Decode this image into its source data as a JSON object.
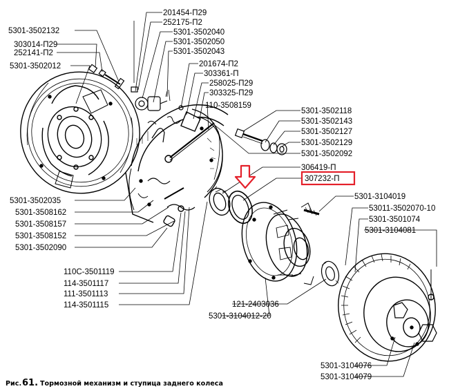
{
  "figure": {
    "caption_prefix": "Рис.",
    "caption_number": "61.",
    "caption_text": "Тормозной механизм и ступица заднего колеса",
    "highlight_color": "#e4202a",
    "ink_color": "#000000"
  },
  "labels": {
    "l01": "201454-П29",
    "l02": "252175-П2",
    "l03": "5301-3502132",
    "l04": "5301-3502040",
    "l05": "303014-П29",
    "l06": "5301-3502050",
    "l07": "252141-П2",
    "l08": "5301-3502043",
    "l09": "5301-3502012",
    "l10": "201674-П2",
    "l11": "303361-П",
    "l12": "258025-П29",
    "l13": "303325-П29",
    "l14": "110-3508159",
    "l15": "5301-3502118",
    "l16": "5301-3502143",
    "l17": "5301-3502127",
    "l18": "5301-3502129",
    "l19": "5301-3502092",
    "l20": "306419-П",
    "l21": "307232-П",
    "l22": "5301-3104019",
    "l23": "53011-3502070-10",
    "l24": "5301-3501074",
    "l25": "5301-3104081",
    "l26": "5301-3502035",
    "l27": "5301-3508162",
    "l28": "5301-3508157",
    "l29": "5301-3508152",
    "l30": "5301-3502090",
    "l31": "110С-3501119",
    "l32": "114-3501117",
    "l33": "111-3501113",
    "l34": "114-3501115",
    "l35": "121-2403036",
    "l36": "5301-3104012-20",
    "l37": "5301-3104076",
    "l38": "5301-3104079"
  }
}
